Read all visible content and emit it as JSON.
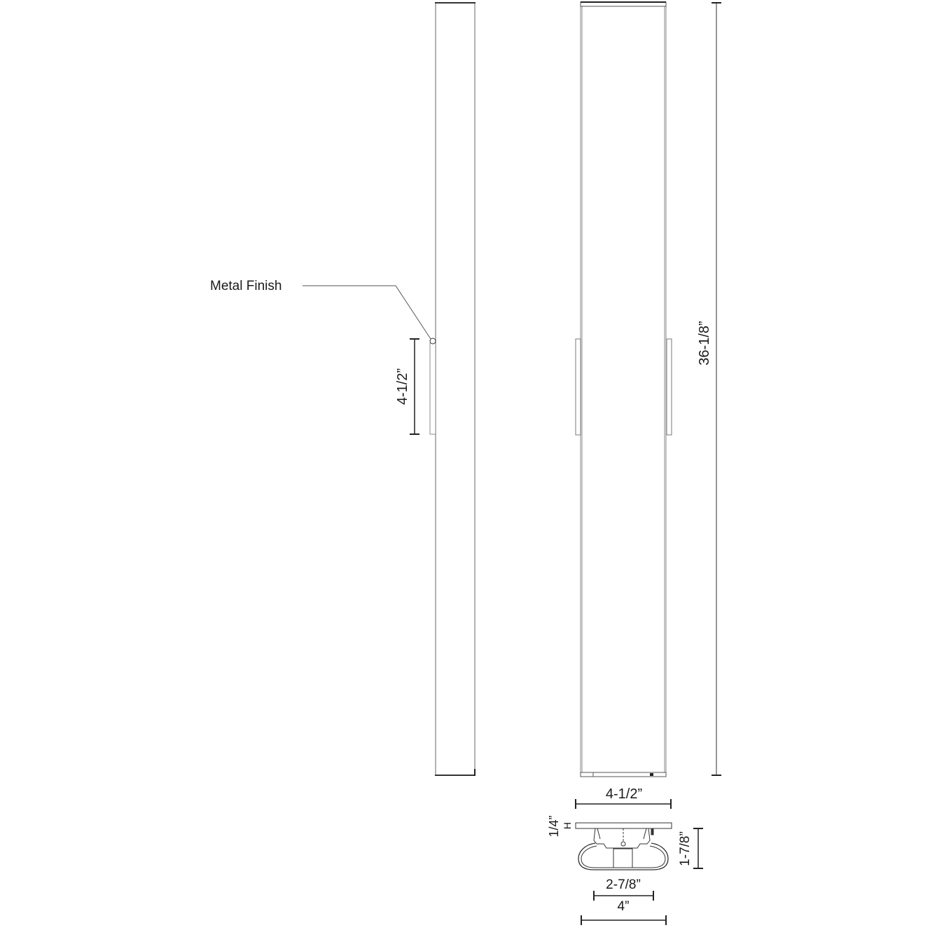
{
  "drawing": {
    "type": "technical dimension drawing",
    "views": [
      "side-view",
      "front-view",
      "cross-section"
    ]
  },
  "callouts": {
    "metal_finish": "Metal Finish"
  },
  "dimensions": {
    "side_backplate_height": "4-1/2”",
    "overall_height": "36-1/8”",
    "front_width": "4-1/2”",
    "backplate_thickness": "1/4”",
    "backplate_thickness_suffix": "H",
    "depth": "1-7/8”",
    "inner_width": "2-7/8”",
    "outer_width": "4”"
  },
  "colors": {
    "line": "#1a1a1a",
    "outline_gray": "#8c8c8c",
    "edge_gray": "#c4c4c4"
  }
}
